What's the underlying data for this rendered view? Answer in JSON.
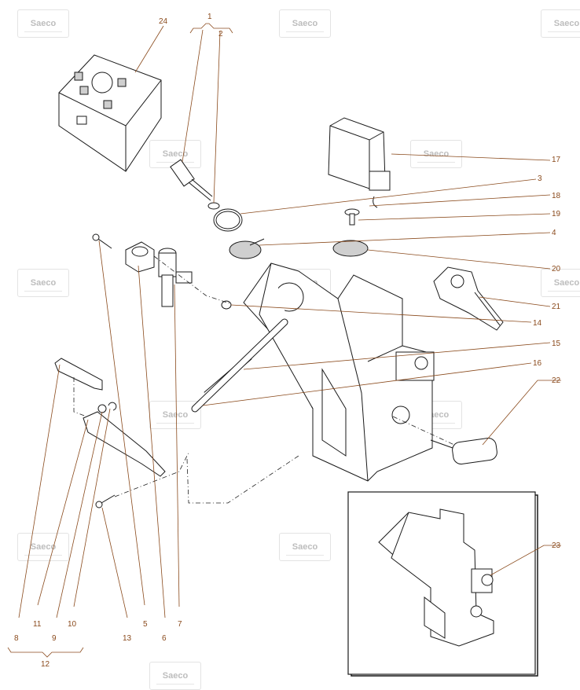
{
  "watermark_text": "Saeco",
  "callouts": [
    "1",
    "2",
    "3",
    "4",
    "5",
    "6",
    "7",
    "8",
    "9",
    "10",
    "11",
    "12",
    "13",
    "14",
    "15",
    "16",
    "17",
    "18",
    "19",
    "20",
    "21",
    "22",
    "23",
    "24"
  ],
  "colors": {
    "callout": "#8a4a1c",
    "line": "#1a1a1a",
    "watermark": "#bdbdbd"
  }
}
